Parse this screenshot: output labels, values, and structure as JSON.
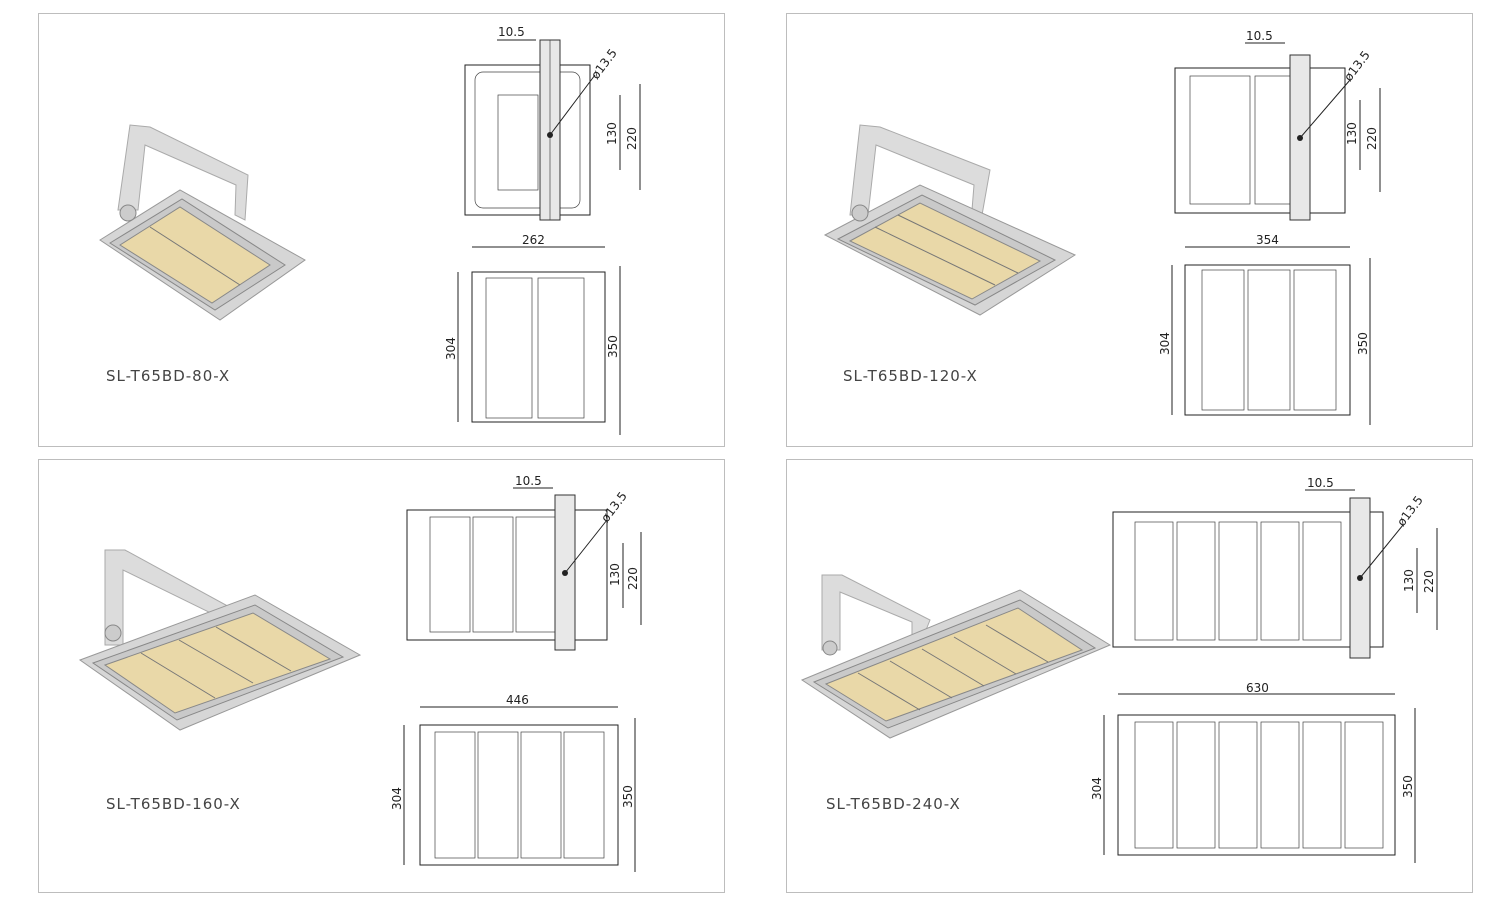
{
  "panels": [
    {
      "model": "SL-T65BD-80-X",
      "modules": 2,
      "dims": {
        "offset": "10.5",
        "hole": "ø13.5",
        "inner": "130",
        "outer": "220",
        "width": "262",
        "height_inner": "304",
        "height_outer": "350"
      }
    },
    {
      "model": "SL-T65BD-120-X",
      "modules": 3,
      "dims": {
        "offset": "10.5",
        "hole": "ø13.5",
        "inner": "130",
        "outer": "220",
        "width": "354",
        "height_inner": "304",
        "height_outer": "350"
      }
    },
    {
      "model": "SL-T65BD-160-X",
      "modules": 4,
      "dims": {
        "offset": "10.5",
        "hole": "ø13.5",
        "inner": "130",
        "outer": "220",
        "width": "446",
        "height_inner": "304",
        "height_outer": "350"
      }
    },
    {
      "model": "SL-T65BD-240-X",
      "modules": 6,
      "dims": {
        "offset": "10.5",
        "hole": "ø13.5",
        "inner": "130",
        "outer": "220",
        "width": "630",
        "height_inner": "304",
        "height_outer": "350"
      }
    }
  ]
}
